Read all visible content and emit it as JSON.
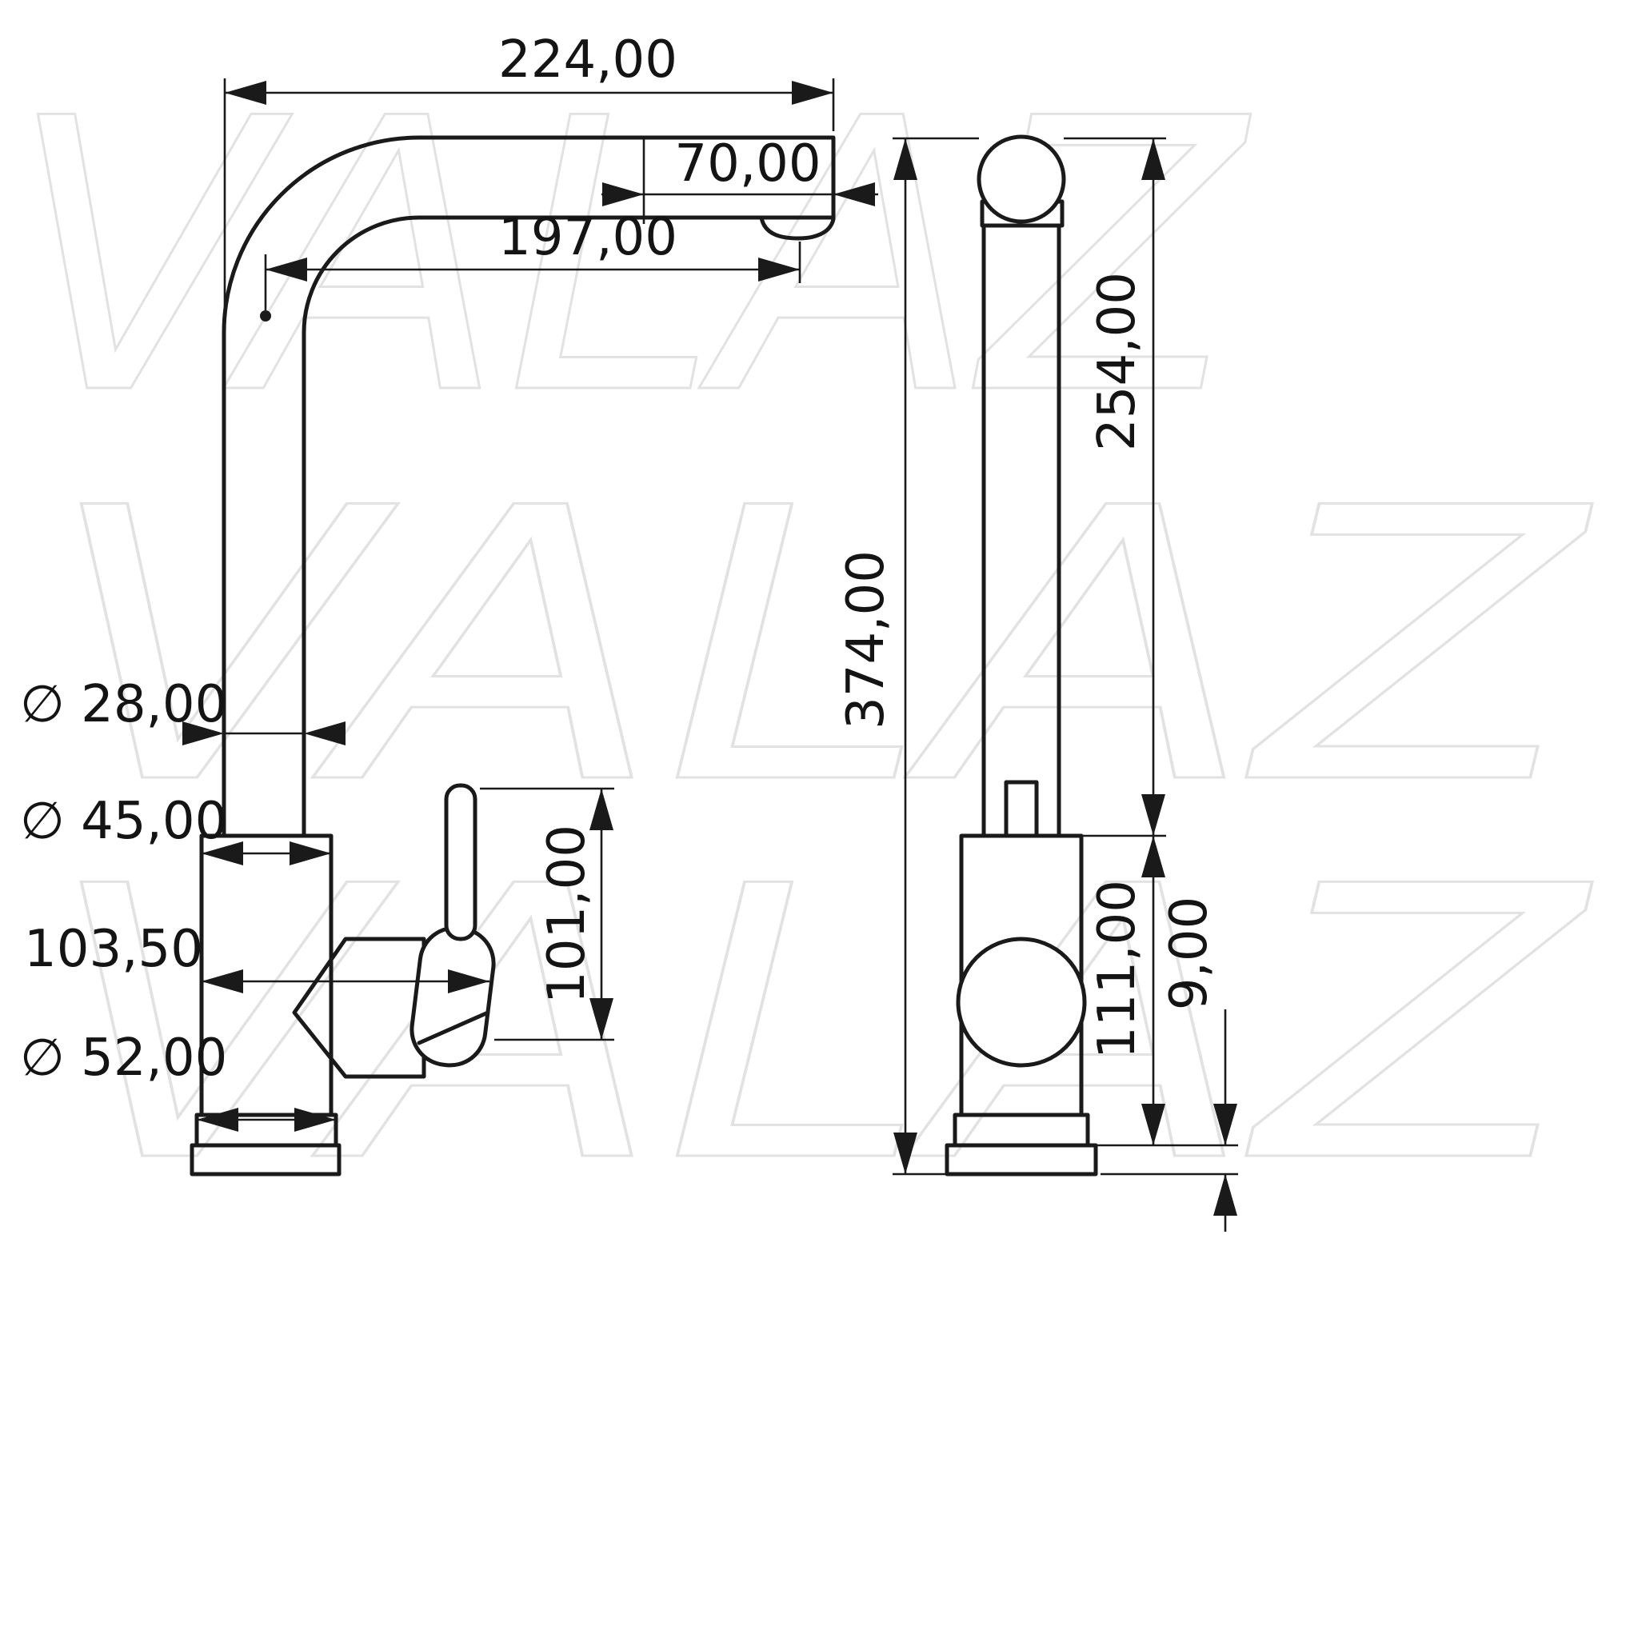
{
  "watermark": {
    "text": "VALAZ",
    "color": "#e2e2e2"
  },
  "colors": {
    "line": "#1a1a1a",
    "background": "#ffffff"
  },
  "dimensions": {
    "spout_length_total": "224,00",
    "spout_tip_offset": "70,00",
    "spout_length_to_center": "197,00",
    "riser_diameter": "∅ 28,00",
    "body_diameter": "∅ 45,00",
    "handle_projection": "103,50",
    "base_diameter": "∅ 52,00",
    "lever_height": "101,00",
    "upper_column_height": "254,00",
    "total_height": "374,00",
    "body_height": "111,00",
    "base_height": "9,00"
  }
}
